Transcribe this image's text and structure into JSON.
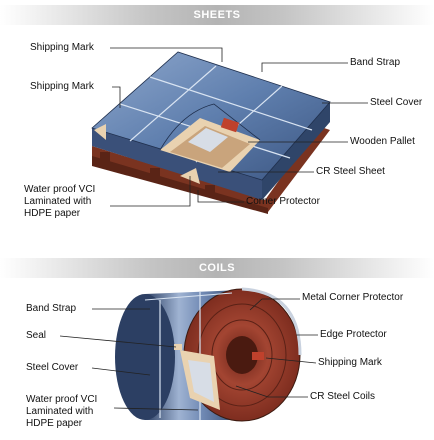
{
  "sheets": {
    "header": "SHEETS",
    "labels": {
      "shipping_mark_1": "Shipping Mark",
      "shipping_mark_2": "Shipping Mark",
      "band_strap": "Band Strap",
      "steel_cover": "Steel Cover",
      "wooden_pallet": "Wooden Pallet",
      "cr_steel_sheet": "CR Steel Sheet",
      "corner_protector": "Corner Protector",
      "vci_line1": "Water proof VCI",
      "vci_line2": "Laminated with",
      "vci_line3": "HDPE paper"
    }
  },
  "coils": {
    "header": "COILS",
    "labels": {
      "band_strap": "Band Strap",
      "seal": "Seal",
      "steel_cover": "Steel Cover",
      "metal_corner_protector": "Metal Corner Protector",
      "edge_protector": "Edge Protector",
      "shipping_mark": "Shipping Mark",
      "cr_steel_coils": "CR Steel Coils",
      "vci_line1": "Water proof VCI",
      "vci_line2": "Laminated with",
      "vci_line3": "HDPE paper"
    }
  },
  "colors": {
    "banner_gray": "#c9c9c9",
    "steel_blue": "#5c7aa6",
    "steel_dark": "#2f4569",
    "pallet_brown": "#8a3a22",
    "coil_red": "#9a3a2a",
    "paper_beige": "#e9d2b0"
  }
}
